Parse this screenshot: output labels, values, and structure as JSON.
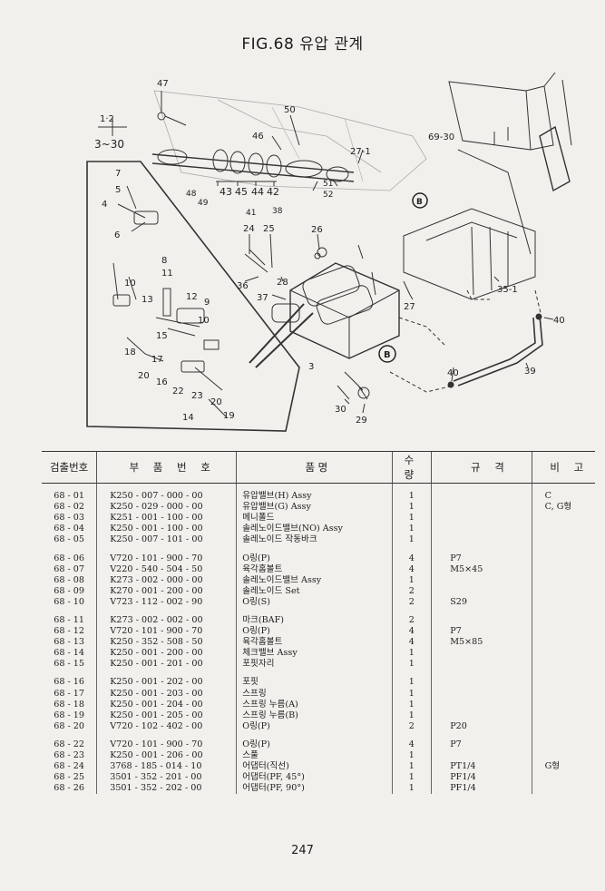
{
  "title": "FIG.68 유압 관계",
  "callouts": {
    "c47": "47",
    "c50": "50",
    "c46": "46",
    "c12": "1·2",
    "c330": "3~30",
    "c6930": "69-30",
    "c271": "27-1",
    "c43": "43",
    "c45": "45",
    "c44": "44",
    "c42": "42",
    "c48": "48",
    "c49": "49",
    "c51": "51",
    "c52": "52",
    "c41": "41",
    "c38": "38",
    "cB": "B",
    "c7": "7",
    "c5": "5",
    "c4": "4",
    "c6": "6",
    "c24": "24",
    "c25": "25",
    "c26": "26",
    "c36": "36",
    "c28": "28",
    "c37": "37",
    "c27": "27",
    "c351": "35-1",
    "c40a": "40",
    "c3": "3",
    "c39": "39",
    "c40b": "40",
    "c30": "30",
    "c29": "29",
    "c8": "8",
    "c10a": "10",
    "c11": "11",
    "c13": "13",
    "c12b": "12",
    "c9": "9",
    "c10b": "10",
    "c15": "15",
    "c18": "18",
    "c17": "17",
    "c20a": "20",
    "c16": "16",
    "c22": "22",
    "c23": "23",
    "c20b": "20",
    "c14": "14",
    "c19": "19"
  },
  "table": {
    "headers": {
      "no": "검출번호",
      "part": "부 품 번 호",
      "name": "품          명",
      "qty": "수 량",
      "spec": "규 격",
      "note": "비 고"
    },
    "rows": [
      {
        "no": "68 - 01",
        "part": "K250 - 007 - 000 - 00",
        "name": "유압밸브(H) Assy",
        "qty": "1",
        "spec": "",
        "note": "C"
      },
      {
        "no": "68 - 02",
        "part": "K250 - 029 - 000 - 00",
        "name": "유압밸브(G) Assy",
        "qty": "1",
        "spec": "",
        "note": "C, G형"
      },
      {
        "no": "68 - 03",
        "part": "K251 - 001 - 100 - 00",
        "name": "메니폴드",
        "qty": "1",
        "spec": "",
        "note": ""
      },
      {
        "no": "68 - 04",
        "part": "K250 - 001 - 100 - 00",
        "name": "솔레노이드밸브(NO) Assy",
        "qty": "1",
        "spec": "",
        "note": ""
      },
      {
        "no": "68 - 05",
        "part": "K250 - 007 - 101 - 00",
        "name": "솔레노이드 작동바크",
        "qty": "1",
        "spec": "",
        "note": ""
      },
      {
        "no": "68 - 06",
        "part": "V720 - 101 - 900 - 70",
        "name": "O링(P)",
        "qty": "4",
        "spec": "P7",
        "note": ""
      },
      {
        "no": "68 - 07",
        "part": "V220 - 540 - 504 - 50",
        "name": "육각홈볼트",
        "qty": "4",
        "spec": "M5×45",
        "note": ""
      },
      {
        "no": "68 - 08",
        "part": "K273 - 002 - 000 - 00",
        "name": "솔레노이드밸브 Assy",
        "qty": "1",
        "spec": "",
        "note": ""
      },
      {
        "no": "68 - 09",
        "part": "K270 - 001 - 200 - 00",
        "name": "솔레노이드 Set",
        "qty": "2",
        "spec": "",
        "note": ""
      },
      {
        "no": "68 - 10",
        "part": "V723 - 112 - 002 - 90",
        "name": "O링(S)",
        "qty": "2",
        "spec": "S29",
        "note": ""
      },
      {
        "no": "68 - 11",
        "part": "K273 - 002 - 002 - 00",
        "name": "마크(BAF)",
        "qty": "2",
        "spec": "",
        "note": ""
      },
      {
        "no": "68 - 12",
        "part": "V720 - 101 - 900 - 70",
        "name": "O링(P)",
        "qty": "4",
        "spec": "P7",
        "note": ""
      },
      {
        "no": "68 - 13",
        "part": "K250 - 352 - 508 - 50",
        "name": "육각홈볼트",
        "qty": "4",
        "spec": "M5×85",
        "note": ""
      },
      {
        "no": "68 - 14",
        "part": "K250 - 001 - 200 - 00",
        "name": "체크밸브 Assy",
        "qty": "1",
        "spec": "",
        "note": ""
      },
      {
        "no": "68 - 15",
        "part": "K250 - 001 - 201 - 00",
        "name": "포핏자리",
        "qty": "1",
        "spec": "",
        "note": ""
      },
      {
        "no": "68 - 16",
        "part": "K250 - 001 - 202 - 00",
        "name": "포핏",
        "qty": "1",
        "spec": "",
        "note": ""
      },
      {
        "no": "68 - 17",
        "part": "K250 - 001 - 203 - 00",
        "name": "스프링",
        "qty": "1",
        "spec": "",
        "note": ""
      },
      {
        "no": "68 - 18",
        "part": "K250 - 001 - 204 - 00",
        "name": "스프링 누름(A)",
        "qty": "1",
        "spec": "",
        "note": ""
      },
      {
        "no": "68 - 19",
        "part": "K250 - 001 - 205 - 00",
        "name": "스프링 누름(B)",
        "qty": "1",
        "spec": "",
        "note": ""
      },
      {
        "no": "68 - 20",
        "part": "V720 - 102 - 402 - 00",
        "name": "O링(P)",
        "qty": "2",
        "spec": "P20",
        "note": ""
      },
      {
        "no": "68 - 22",
        "part": "V720 - 101 - 900 - 70",
        "name": "O링(P)",
        "qty": "4",
        "spec": "P7",
        "note": ""
      },
      {
        "no": "68 - 23",
        "part": "K250 - 001 - 206 - 00",
        "name": "스풀",
        "qty": "1",
        "spec": "",
        "note": ""
      },
      {
        "no": "68 - 24",
        "part": "3768 - 185 - 014 - 10",
        "name": "어댑터(직선)",
        "qty": "1",
        "spec": "PT1/4",
        "note": "G형"
      },
      {
        "no": "68 - 25",
        "part": "3501 - 352 - 201 - 00",
        "name": "어댑터(PF, 45°)",
        "qty": "1",
        "spec": "PF1/4",
        "note": ""
      },
      {
        "no": "68 - 26",
        "part": "3501 - 352 - 202 - 00",
        "name": "어댑터(PF, 90°)",
        "qty": "1",
        "spec": "PF1/4",
        "note": ""
      }
    ]
  },
  "page_number": "247"
}
